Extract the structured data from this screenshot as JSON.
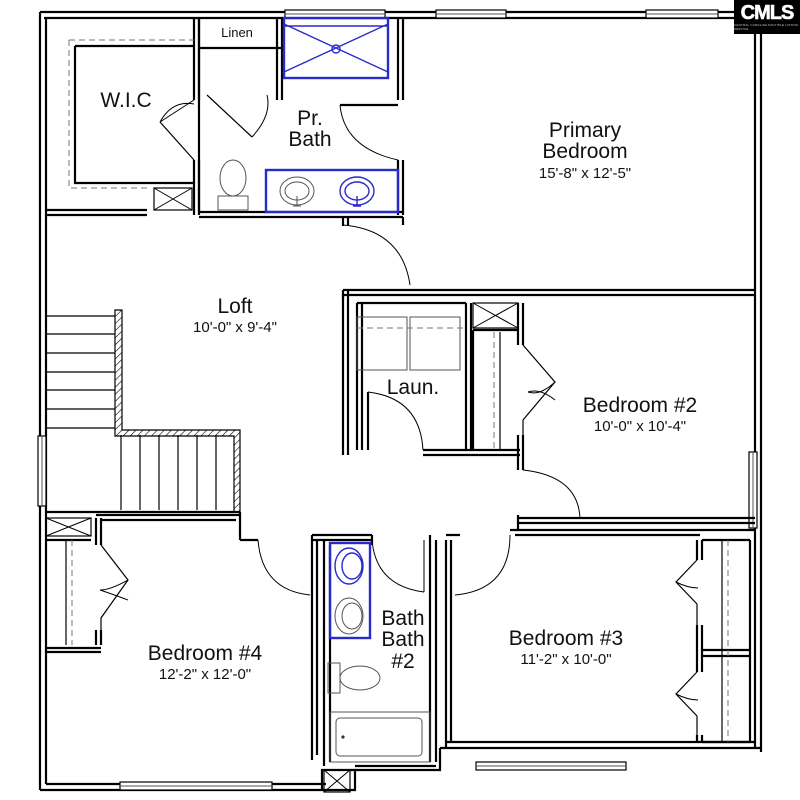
{
  "watermark": {
    "text": "CMLS",
    "subtext": "CENTRAL CAROLINA MULTIPLE LISTING SERVICE"
  },
  "rooms": {
    "wic": {
      "name": "W.I.C"
    },
    "linen": {
      "name": "Linen"
    },
    "primary_bath": {
      "name_line1": "Pr.",
      "name_line2": "Bath"
    },
    "primary_bedroom": {
      "name_line1": "Primary",
      "name_line2": "Bedroom",
      "dimensions": "15'-8\" x 12'-5\""
    },
    "loft": {
      "name": "Loft",
      "dimensions": "10'-0\" x 9'-4\""
    },
    "laundry": {
      "name": "Laun."
    },
    "bedroom2": {
      "name": "Bedroom #2",
      "dimensions": "10'-0\" x 10'-4\""
    },
    "bedroom3": {
      "name": "Bedroom #3",
      "dimensions": "11'-2\" x 10'-0\""
    },
    "bedroom4": {
      "name": "Bedroom #4",
      "dimensions": "12'-2\" x 12'-0\""
    },
    "bath2": {
      "name_line1": "Bath",
      "name_line2": "Bath",
      "name_line3": "#2"
    }
  },
  "colors": {
    "walls": "#000000",
    "fixtures_blue": "#2a2acc",
    "background": "#ffffff"
  }
}
